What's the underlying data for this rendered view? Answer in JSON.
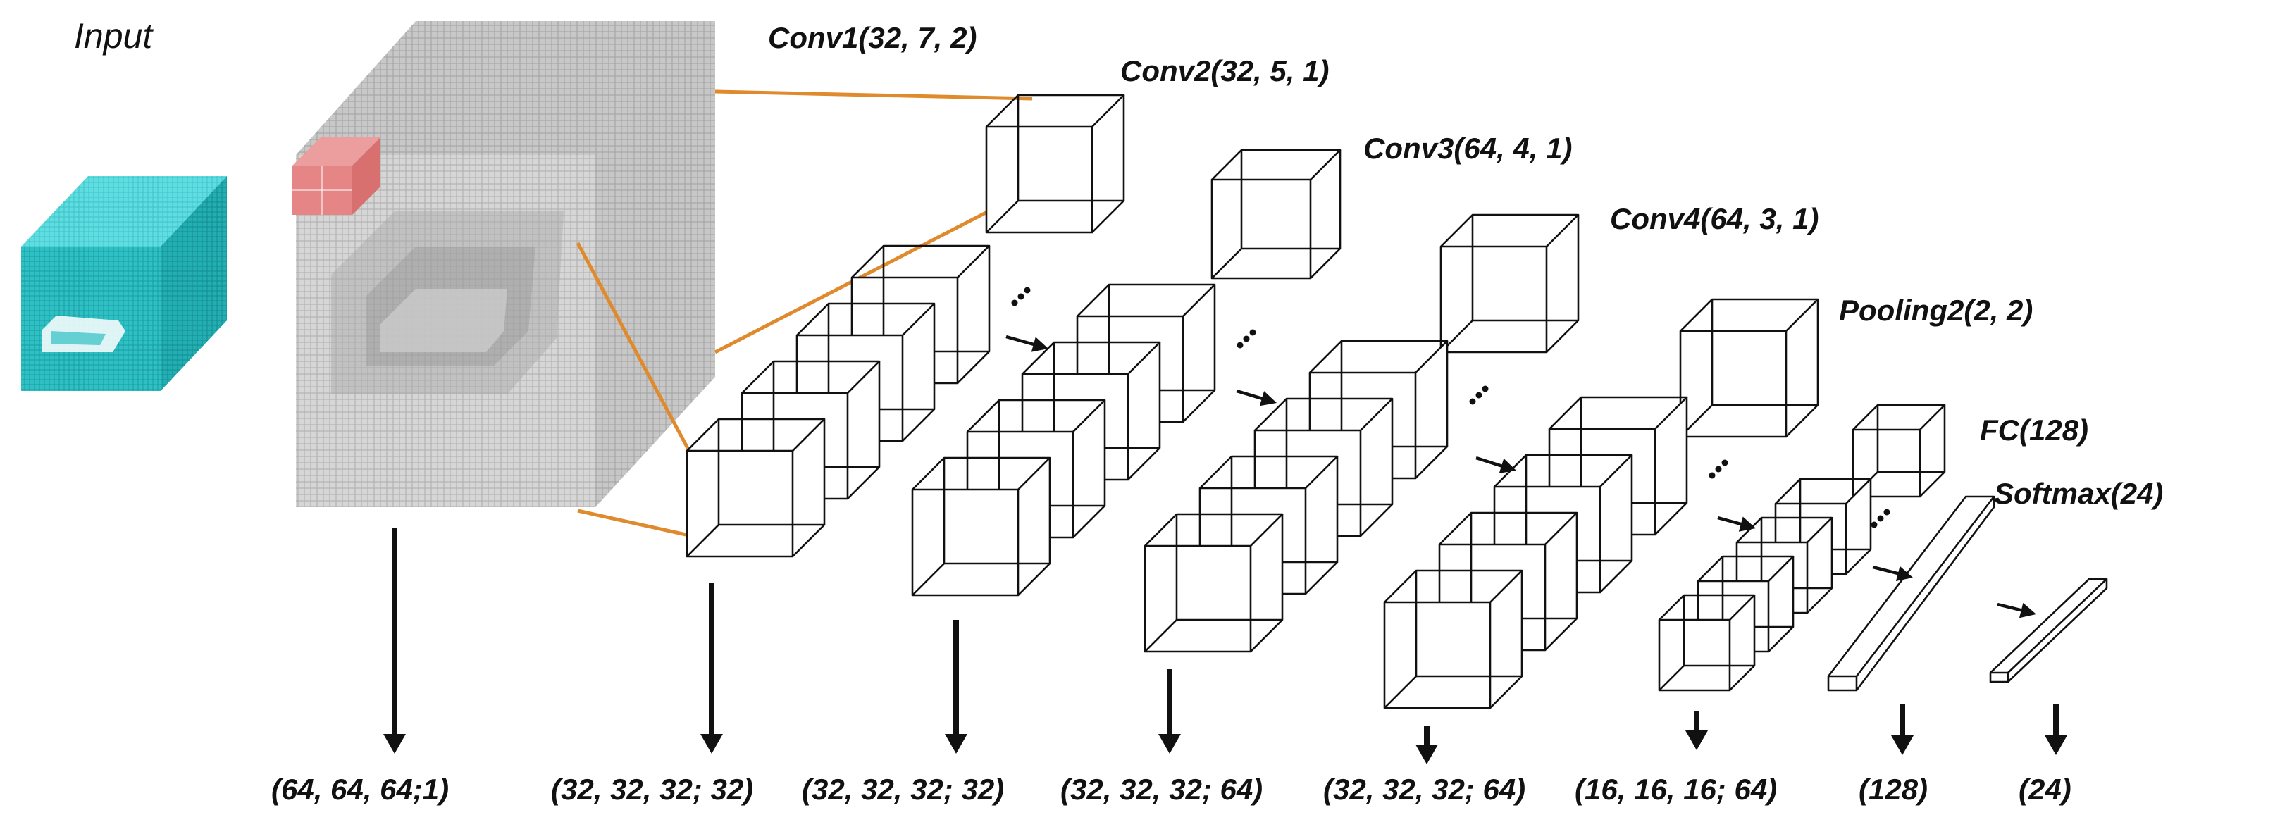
{
  "input": {
    "title": "Input"
  },
  "layers": [
    {
      "name": "conv1",
      "label": "Conv1(32, 7, 2)"
    },
    {
      "name": "conv2",
      "label": "Conv2(32, 5, 1)"
    },
    {
      "name": "conv3",
      "label": "Conv3(64, 4, 1)"
    },
    {
      "name": "conv4",
      "label": "Conv4(64, 3, 1)"
    },
    {
      "name": "pooling2",
      "label": "Pooling2(2, 2)"
    },
    {
      "name": "fc",
      "label": "FC(128)"
    },
    {
      "name": "softmax",
      "label": "Softmax(24)"
    }
  ],
  "shapes": [
    "(64, 64, 64;1)",
    "(32, 32, 32; 32)",
    "(32, 32, 32; 32)",
    "(32, 32, 32; 64)",
    "(32, 32, 32; 64)",
    "(16, 16, 16; 64)",
    "(128)",
    "(24)"
  ],
  "colors": {
    "input_cube": "#33c3c6",
    "voxel_grid": "#c9c9c9",
    "kernel": "#e58585",
    "connector": "#e08a2e"
  },
  "icons": [
    "ellipsis-icon",
    "arrow-down-icon",
    "arrow-right-icon"
  ]
}
